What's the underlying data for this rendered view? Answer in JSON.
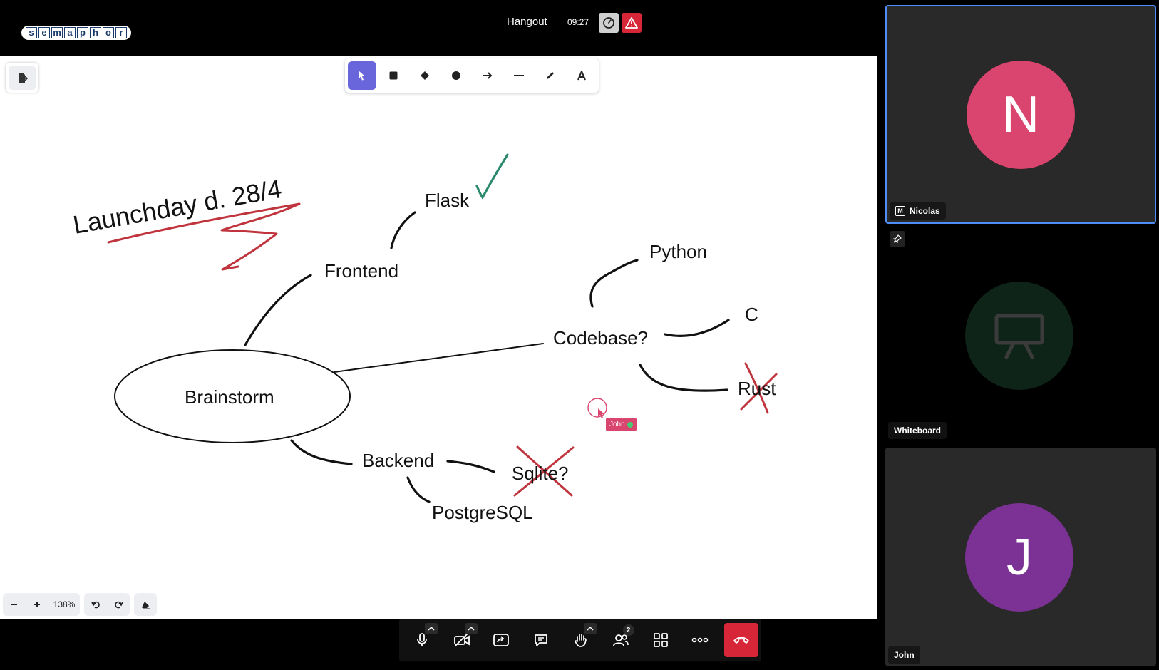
{
  "header": {
    "logo_letters": [
      "s",
      "e",
      "m",
      "a",
      "p",
      "h",
      "o",
      "r"
    ],
    "meeting_title": "Hangout",
    "elapsed_time": "09:27"
  },
  "whiteboard": {
    "zoom_level": "138%",
    "labels": {
      "launch_note": "Launchday d. 28/4",
      "brainstorm": "Brainstorm",
      "frontend": "Frontend",
      "flask": "Flask",
      "codebase": "Codebase?",
      "python": "Python",
      "c": "C",
      "rust": "Rust",
      "backend": "Backend",
      "sqlite": "Sqlite?",
      "postgresql": "PostgreSQL"
    },
    "collaborator_cursor": {
      "name": "John",
      "color": "#d9456e"
    },
    "colors": {
      "ink": "#111111",
      "red": "#c0343d",
      "green": "#2b8a6e",
      "accent": "#6965db"
    }
  },
  "participants": [
    {
      "name": "Nicolas",
      "initial": "N",
      "avatar_color": "#d9456e",
      "moderator_label": "M"
    },
    {
      "name": "Whiteboard",
      "icon": "presentation-board-icon",
      "avatar_color": "#0f2418"
    },
    {
      "name": "John",
      "initial": "J",
      "avatar_color": "#7b3294"
    }
  ],
  "callbar": {
    "participants_count": "2"
  }
}
